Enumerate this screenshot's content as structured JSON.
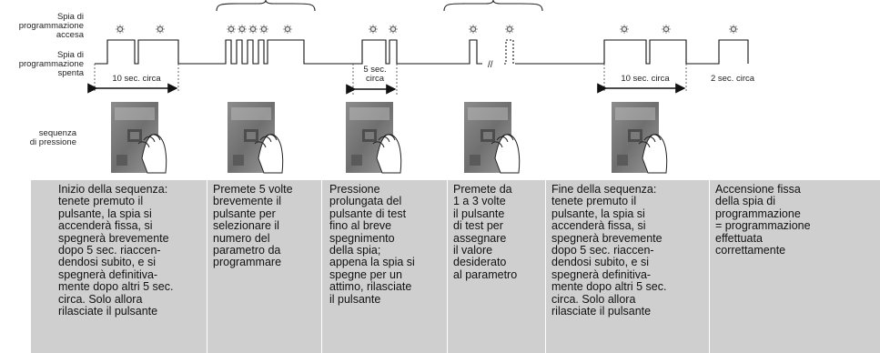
{
  "labels": {
    "led_on": "Spia di\nprogrammazione\naccesa",
    "led_off": "Spia di\nprogrammazione\nspenta",
    "press_sequence": "sequenza\ndi pressione"
  },
  "timers": {
    "t1": "10 sec. circa",
    "t2": "5 sec.\ncirca",
    "t3": "10 sec. circa",
    "t4": "2 sec. circa"
  },
  "steps": [
    {
      "text": "Inizio della sequenza:\ntenete premuto il\npulsante, la spia si\naccenderà fissa, si\nspegnerà brevemente\ndopo 5 sec. riaccen-\ndendosi subito, e si\nspegnerà definitiva-\nmente dopo altri 5 sec.\ncirca. Solo allora\nrilasciate il pulsante"
    },
    {
      "text": "Premete 5 volte\nbrevemente il\npulsante per\nselezionare il\nnumero del\nparametro da\nprogrammare"
    },
    {
      "text": "Pressione\nprolungata del\npulsante di test\nfino al breve\nspegnimento\ndella spia;\nappena la spia si\nspegne per un\nattimo, rilasciate\nil pulsante"
    },
    {
      "text": "Premete da\n1 a 3 volte\nil pulsante\ndi test per\nassegnare\nil valore\ndesiderato\nal parametro"
    },
    {
      "text": "Fine della sequenza:\ntenete premuto il\npulsante, la spia si\naccenderà fissa, si\nspegnerà brevemente\ndopo 5 sec. riaccen-\ndendosi subito, e si\nspegnerà definitiva-\nmente dopo altri 5 sec.\ncirca. Solo allora\nrilasciate il pulsante"
    },
    {
      "text": "Accensione fissa\ndella spia di\nprogrammazione\n= programmazione\neffettuata\ncorrettamente"
    }
  ]
}
